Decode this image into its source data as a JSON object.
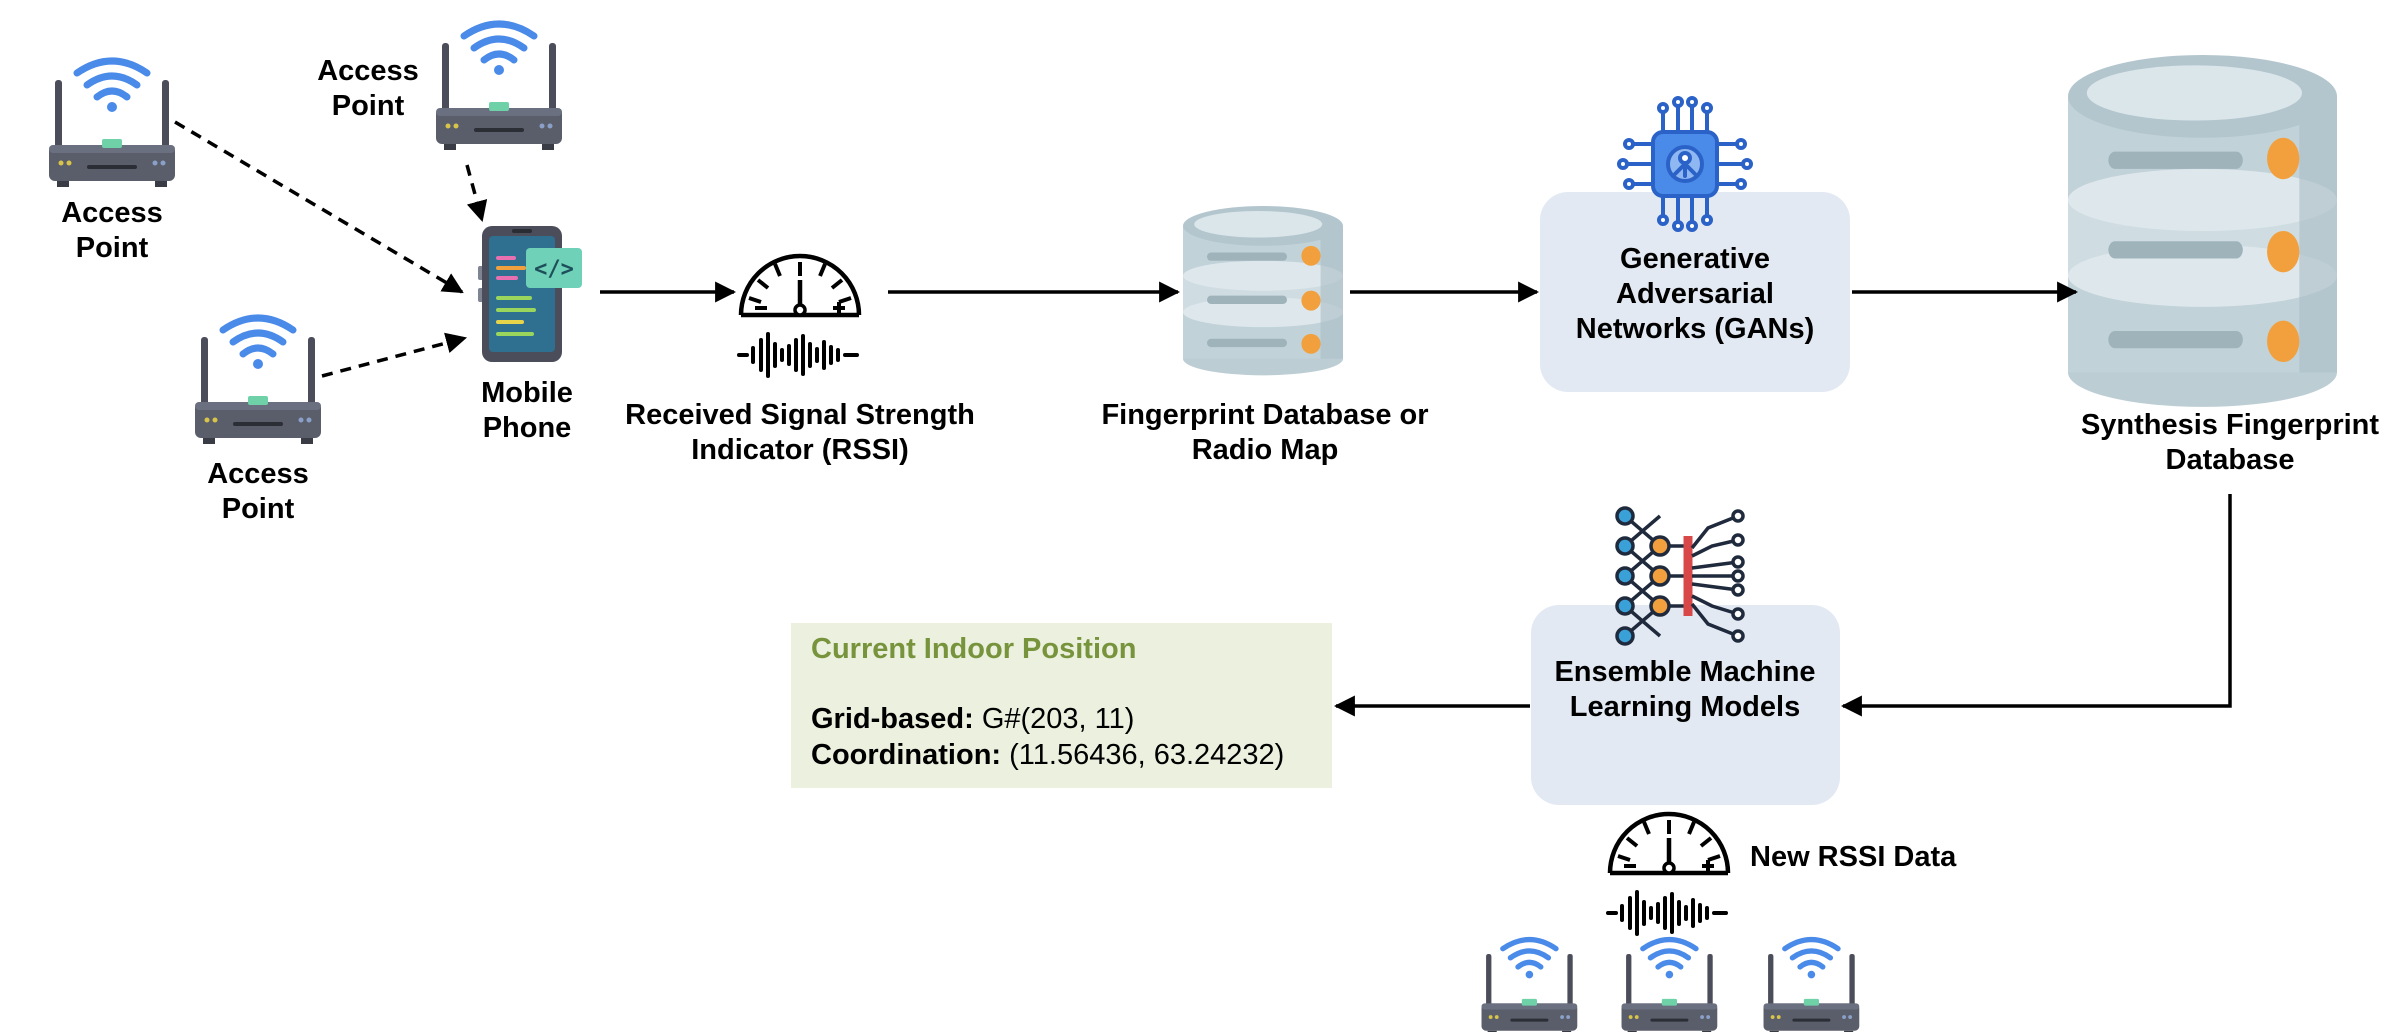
{
  "access_points": {
    "ap1_label": "Access Point",
    "ap2_label": "Access Point",
    "ap3_label": "Access Point"
  },
  "mobile_phone": {
    "label": "Mobile Phone"
  },
  "rssi": {
    "label": "Received Signal Strength Indicator (RSSI)"
  },
  "fingerprint_db": {
    "label": "Fingerprint Database or Radio Map"
  },
  "gan": {
    "label": "Generative Adversarial Networks (GANs)"
  },
  "synthesis_db": {
    "label": "Synthesis Fingerprint Database"
  },
  "ensemble": {
    "label": "Ensemble Machine Learning Models"
  },
  "new_rssi": {
    "label": "New RSSI Data"
  },
  "result": {
    "title": "Current Indoor Position",
    "grid_label": "Grid-based:",
    "grid_value": "G#(203, 11)",
    "coord_label": "Coordination:",
    "coord_value": "(11.56436, 63.24232)"
  },
  "icons": {
    "router": "wifi-router-icon",
    "phone": "mobile-phone-icon",
    "gauge": "signal-gauge-icon",
    "database": "database-icon",
    "ai_chip": "ai-chip-icon",
    "neural_net": "neural-network-icon"
  },
  "colors": {
    "box_fill": "#e3e9f2",
    "result_fill": "#ebf1de",
    "result_title": "#77933c",
    "db_fill": "#cfdde2",
    "db_accent": "#f2a03d",
    "wifi_blue": "#4a8ae8",
    "router_body": "#4b4e5a",
    "router_led": "#6fd1a8"
  }
}
